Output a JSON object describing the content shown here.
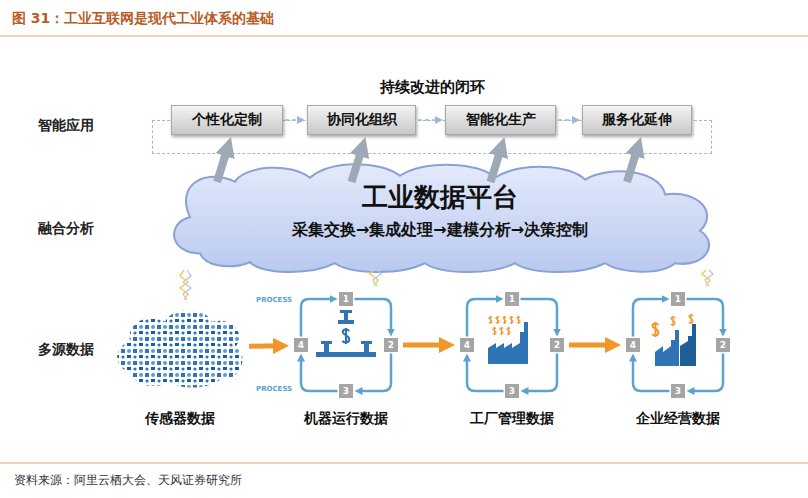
{
  "diagram": {
    "title": "图 31：工业互联网是现代工业体系的基础",
    "caption": "资料来源：阿里云栖大会、天风证券研究所",
    "nodes": [
      {
        "text": [
          "持续改进的闭环"
        ]
      },
      {
        "text": [
          "个性化定制"
        ],
        "in": 0
      },
      {
        "text": [
          "协同化组织"
        ],
        "in": 0
      },
      {
        "text": [
          "智能化生产"
        ],
        "in": 0
      },
      {
        "text": [
          "服务化延伸"
        ],
        "in": 0
      },
      {
        "text": [
          "工业数据平台",
          "采集交换→集成处理→建模分析→决策控制"
        ]
      },
      {
        "text": [
          "传感器数据"
        ]
      },
      {
        "text": [
          "机器运行数据"
        ]
      },
      {
        "text": [
          "1"
        ],
        "in": 7
      },
      {
        "text": [
          "2"
        ],
        "in": 7
      },
      {
        "text": [
          "3"
        ],
        "in": 7
      },
      {
        "text": [
          "4"
        ],
        "in": 7
      },
      {
        "text": [
          "工厂管理数据"
        ]
      },
      {
        "text": [
          "1"
        ],
        "in": 12
      },
      {
        "text": [
          "2"
        ],
        "in": 12
      },
      {
        "text": [
          "3"
        ],
        "in": 12
      },
      {
        "text": [
          "4"
        ],
        "in": 12
      },
      {
        "text": [
          "企业经营数据"
        ]
      },
      {
        "text": [
          "1"
        ],
        "in": 17
      },
      {
        "text": [
          "2"
        ],
        "in": 17
      },
      {
        "text": [
          "3"
        ],
        "in": 17
      },
      {
        "text": [
          "4"
        ],
        "in": 17
      }
    ],
    "edges": [
      {
        "from": 1,
        "to": 2,
        "arrow": "to"
      },
      {
        "from": 2,
        "to": 3,
        "arrow": "to"
      },
      {
        "from": 3,
        "to": 4,
        "arrow": "to"
      },
      {
        "from": 5,
        "to": 1,
        "arrow": "to"
      },
      {
        "from": 5,
        "to": 2,
        "arrow": "to"
      },
      {
        "from": 5,
        "to": 3,
        "arrow": "to"
      },
      {
        "from": 5,
        "to": 4,
        "arrow": "to"
      },
      {
        "from": 6,
        "to": 5,
        "arrow": "none"
      },
      {
        "from": 7,
        "to": 5,
        "arrow": "none"
      },
      {
        "from": 17,
        "to": 5,
        "arrow": "none"
      },
      {
        "from": 6,
        "to": 7,
        "arrow": "to"
      },
      {
        "from": 7,
        "to": 12,
        "arrow": "to"
      },
      {
        "from": 12,
        "to": 17,
        "arrow": "to"
      },
      {
        "from": 8,
        "to": 9,
        "arrow": "to"
      },
      {
        "from": 9,
        "to": 10,
        "arrow": "to"
      },
      {
        "from": 10,
        "to": 11,
        "arrow": "to"
      },
      {
        "from": 11,
        "to": 8,
        "arrow": "to"
      },
      {
        "from": 13,
        "to": 14,
        "arrow": "to"
      },
      {
        "from": 14,
        "to": 15,
        "arrow": "to"
      },
      {
        "from": 15,
        "to": 16,
        "arrow": "to"
      },
      {
        "from": 16,
        "to": 13,
        "arrow": "to"
      },
      {
        "from": 18,
        "to": 19,
        "arrow": "to"
      },
      {
        "from": 19,
        "to": 20,
        "arrow": "to"
      },
      {
        "from": 20,
        "to": 21,
        "arrow": "to"
      },
      {
        "from": 21,
        "to": 18,
        "arrow": "to"
      }
    ],
    "labels": [
      "智能应用",
      "融合分析",
      "多源数据",
      "PROCESS",
      "PROCESS"
    ]
  }
}
